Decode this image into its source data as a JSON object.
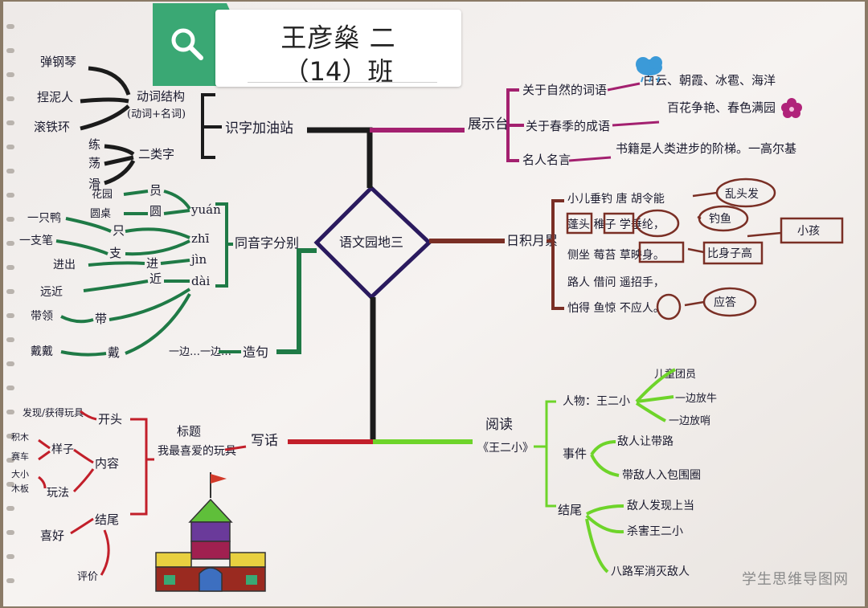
{
  "header": {
    "title": "王彦燊 二",
    "subtitle": "（14）班"
  },
  "watermark": "学生思维导图网",
  "center": {
    "label": "语文园地三"
  },
  "branches": {
    "shizi": {
      "label": "识字加油站",
      "groups": {
        "dongci": {
          "label": "动词结构",
          "sublabel": "(动词+名词)",
          "items": [
            "弹钢琴",
            "捏泥人",
            "滚铁环"
          ]
        },
        "erleizi": {
          "label": "二类字",
          "items": [
            "练",
            "荡",
            "滑"
          ]
        }
      }
    },
    "tongyin": {
      "label": "同音字分别",
      "pinyin": [
        "yuán",
        "zhī",
        "jìn",
        "dài"
      ],
      "chars": [
        "员",
        "圆",
        "只",
        "支",
        "进",
        "近",
        "带",
        "戴"
      ],
      "words": [
        "花园",
        "圆桌",
        "一只鸭",
        "一支笔",
        "进出",
        "远近",
        "带领",
        "戴戴"
      ]
    },
    "zaoju": {
      "label": "造句",
      "pattern": "一边…一边…"
    },
    "zhanshi": {
      "label": "展示台",
      "rows": [
        {
          "label": "关于自然的词语",
          "value": "白云、朝霞、冰雹、海洋"
        },
        {
          "label": "关于春季的成语",
          "value": "百花争艳、春色满园"
        },
        {
          "label": "名人名言",
          "value": "书籍是人类进步的阶梯。一高尔基"
        }
      ]
    },
    "riji": {
      "label": "日积月累",
      "rows": [
        "小儿垂钓 唐 胡令能",
        "蓬头 稚子 学垂纶，",
        "侧坐 莓苔 草映身。",
        "路人 借问 遥招手，",
        "怕得 鱼惊 不应人。"
      ],
      "notes": [
        "乱头发",
        "钓鱼",
        "小孩",
        "比身子高",
        "应答"
      ]
    },
    "xiehua": {
      "label": "写话",
      "topic_label": "标题",
      "topic": "我最喜爱的玩具",
      "parts": {
        "kaitou": {
          "label": "开头",
          "items": [
            "发现/获得玩具"
          ]
        },
        "neirong": {
          "label": "内容",
          "items": [
            "样子",
            "玩法"
          ],
          "examples": [
            "积木",
            "赛车",
            "大小",
            "木板"
          ]
        },
        "jiewei": {
          "label": "结尾",
          "items": [
            "喜好",
            "评价"
          ]
        }
      }
    },
    "yuedu": {
      "label": "阅读",
      "book": "《王二小》",
      "renwu": {
        "label": "人物：王二小",
        "items": [
          "儿童团员",
          "一边放牛",
          "一边放哨"
        ]
      },
      "shijian": {
        "label": "事件",
        "items": [
          "敌人让带路",
          "带敌人入包围圈"
        ]
      },
      "jiewei": {
        "label": "结尾",
        "items": [
          "敌人发现上当",
          "杀害王二小",
          "八路军消灭敌人"
        ]
      }
    }
  },
  "colors": {
    "paper": "#f4f1ef",
    "badge_green": "#3aa874",
    "black": "#1b1b1b",
    "purple": "#a3206f",
    "brown": "#7a2f25",
    "green": "#1f7a46",
    "lime": "#6ed42a",
    "red": "#c21f2a",
    "navy": "#2a1a5e"
  },
  "icons": [
    "search-icon",
    "cloud-icon",
    "flower-icon",
    "castle-icon"
  ]
}
